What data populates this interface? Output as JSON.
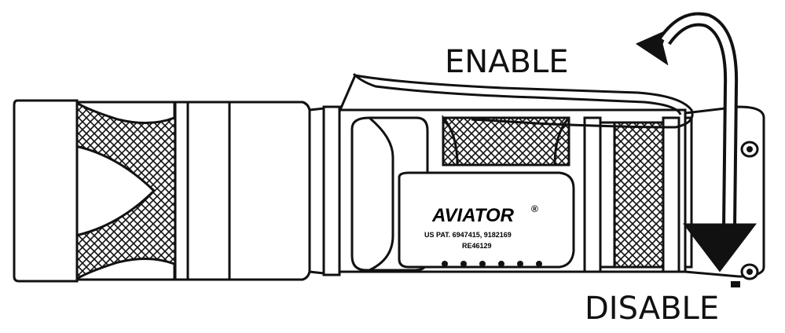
{
  "diagram": {
    "labels": {
      "enable": "ENABLE",
      "disable": "DISABLE"
    },
    "product": {
      "brand": "AVIATOR",
      "registered_mark": "®",
      "patent_line_1": "US PAT. 6947415, 9182169",
      "patent_line_2": "RE46129"
    },
    "colors": {
      "line": "#111111",
      "fill": "#ffffff"
    },
    "icons": {
      "rotation_arrow": "curved-rotation-arrow-icon"
    }
  }
}
